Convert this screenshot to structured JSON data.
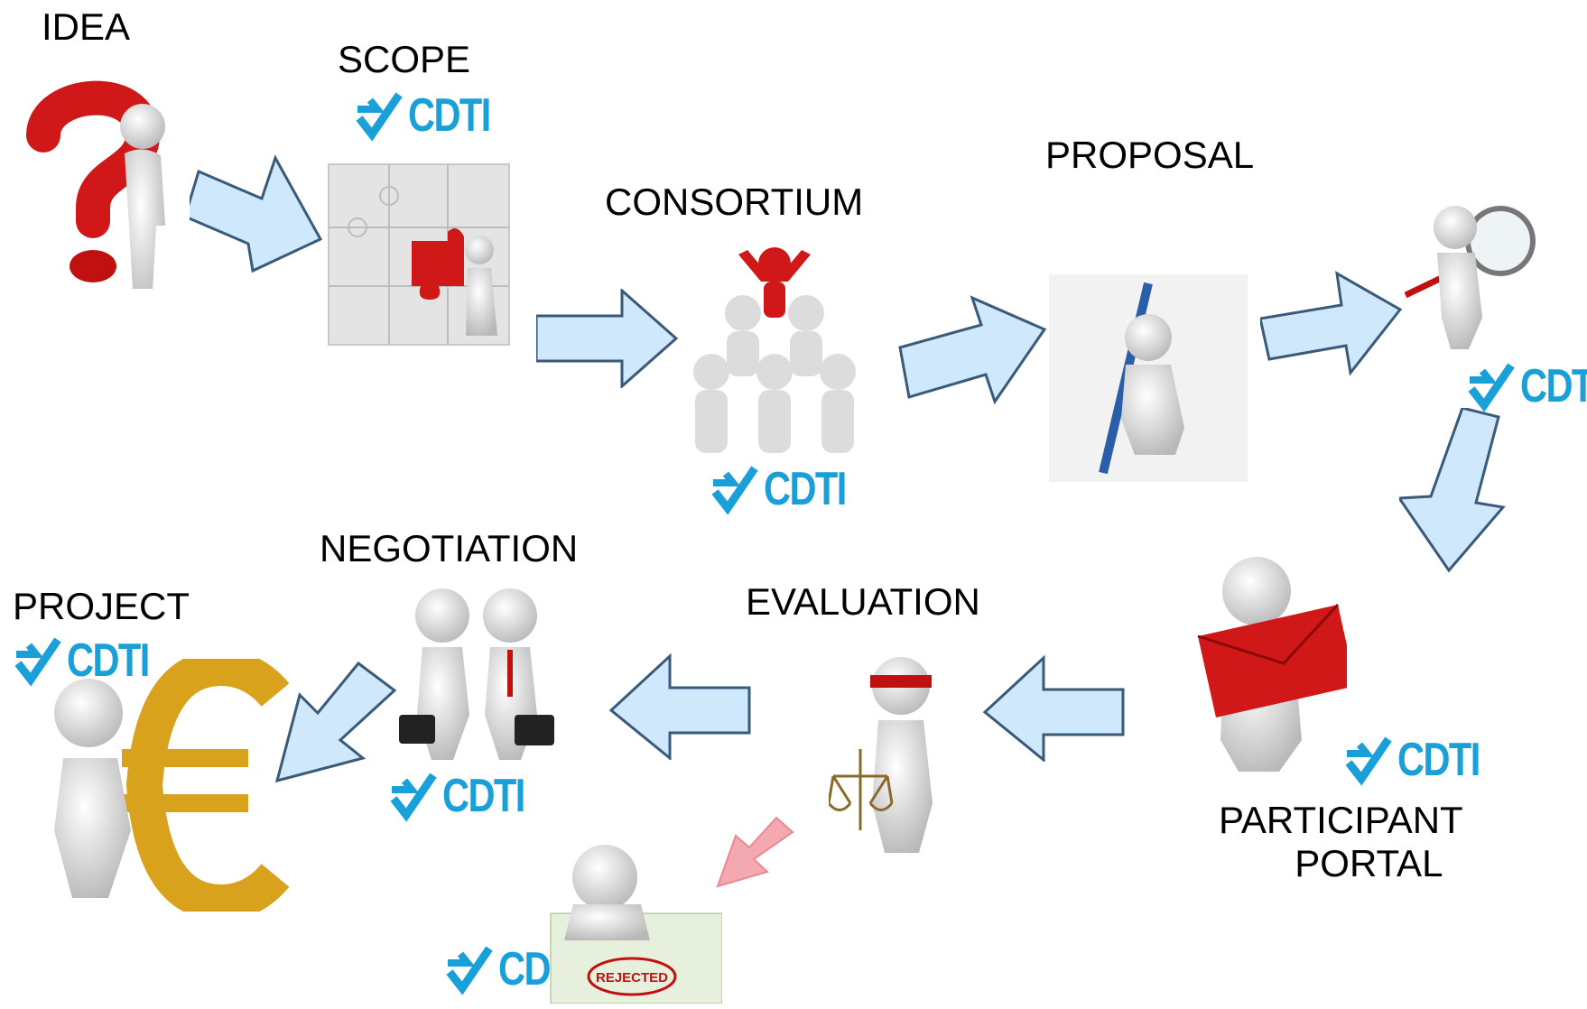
{
  "steps": {
    "idea": "IDEA",
    "scope": "SCOPE",
    "consortium": "CONSORTIUM",
    "proposal": "PROPOSAL",
    "portal_line1": "PARTICIPANT",
    "portal_line2": "PORTAL",
    "evaluation": "EVALUATION",
    "negotiation": "NEGOTIATION",
    "project": "PROJECT"
  },
  "logo": {
    "text": "CDTI",
    "color": "#1aa0d8"
  },
  "rejected_stamp": "REJECTED",
  "colors": {
    "arrow_fill": "#cfe8fb",
    "arrow_stroke": "#3a5a7a",
    "reject_arrow": "#f4a8b0",
    "accent_red": "#d01818",
    "euro_gold": "#d9a21c"
  }
}
